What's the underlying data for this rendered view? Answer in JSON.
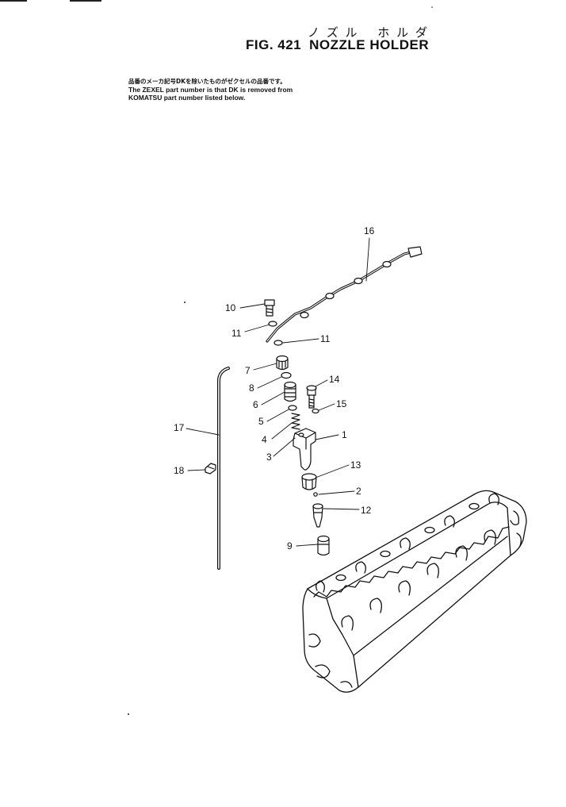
{
  "header": {
    "title_jp": "ノ ズ ル　 ホ ル ダ",
    "fig_number": "FIG. 421",
    "fig_name": "NOZZLE  HOLDER"
  },
  "note": {
    "line_jp": "品番のメーカ記号DKを除いたものがゼクセルの品番です。",
    "line_en_1": "The ZEXEL part number is that DK is removed from",
    "line_en_2": "KOMATSU part number listed below."
  },
  "callouts": [
    {
      "id": "16",
      "label": "16"
    },
    {
      "id": "10",
      "label": "10"
    },
    {
      "id": "11a",
      "label": "11"
    },
    {
      "id": "11b",
      "label": "11"
    },
    {
      "id": "7",
      "label": "7"
    },
    {
      "id": "14",
      "label": "14"
    },
    {
      "id": "8",
      "label": "8"
    },
    {
      "id": "6",
      "label": "6"
    },
    {
      "id": "15",
      "label": "15"
    },
    {
      "id": "5",
      "label": "5"
    },
    {
      "id": "17",
      "label": "17"
    },
    {
      "id": "1",
      "label": "1"
    },
    {
      "id": "4",
      "label": "4"
    },
    {
      "id": "3",
      "label": "3"
    },
    {
      "id": "13",
      "label": "13"
    },
    {
      "id": "18",
      "label": "18"
    },
    {
      "id": "2",
      "label": "2"
    },
    {
      "id": "12",
      "label": "12"
    },
    {
      "id": "9",
      "label": "9"
    }
  ]
}
